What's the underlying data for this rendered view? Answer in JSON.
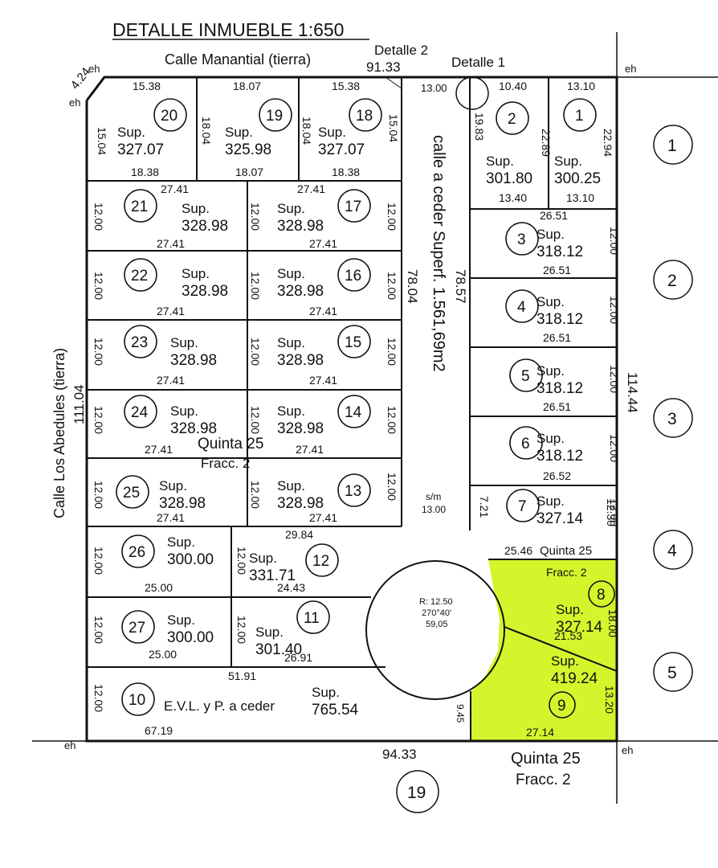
{
  "title": "DETALLE INMUEBLE 1:650",
  "streets": {
    "top": "Calle Manantial (tierra)",
    "left": "Calle Los Abedules (tierra)",
    "center": "calle a ceder Superf. 1.561,69m2"
  },
  "details": [
    "Detalle 2",
    "Detalle 1"
  ],
  "corner_labels": [
    "eh",
    "eh",
    "eh",
    "eh",
    "eh"
  ],
  "dimensions": {
    "top": "91.33",
    "bottom": "94.33",
    "left": "111.04",
    "right": "114.44",
    "corner": "4.24",
    "center_left": "78.04",
    "center_right": "78.57",
    "sm": "s/m",
    "sm_value": "13.00",
    "top_street_width": "13.00",
    "bottom_right": "9.45"
  },
  "circle": {
    "radius": "R: 12.50",
    "angle": "270°40'",
    "arc": "59,05"
  },
  "quinta_labels": {
    "center": [
      "Quinta 25",
      "Fracc. 2"
    ],
    "right": [
      "Quinta 25",
      "Fracc. 2"
    ],
    "bottom": [
      "Quinta 25",
      "Fracc. 2"
    ]
  },
  "sup_label": "Sup.",
  "lots": [
    {
      "id": "20",
      "area": "327.07"
    },
    {
      "id": "19",
      "area": "325.98"
    },
    {
      "id": "18",
      "area": "327.07"
    },
    {
      "id": "2",
      "area": "301.80"
    },
    {
      "id": "1",
      "area": "300.25"
    },
    {
      "id": "21",
      "area": "328.98"
    },
    {
      "id": "17",
      "area": "328.98"
    },
    {
      "id": "22",
      "area": "328.98"
    },
    {
      "id": "16",
      "area": "328.98"
    },
    {
      "id": "23",
      "area": "328.98"
    },
    {
      "id": "15",
      "area": "328.98"
    },
    {
      "id": "24",
      "area": "328.98"
    },
    {
      "id": "14",
      "area": "328.98"
    },
    {
      "id": "25",
      "area": "328.98"
    },
    {
      "id": "13",
      "area": "328.98"
    },
    {
      "id": "26",
      "area": "300.00"
    },
    {
      "id": "12",
      "area": "331.71"
    },
    {
      "id": "27",
      "area": "300.00"
    },
    {
      "id": "11",
      "area": "301.40"
    },
    {
      "id": "10",
      "area": "765.54",
      "label": "E.V.L. y P. a ceder"
    },
    {
      "id": "3",
      "area": "318.12"
    },
    {
      "id": "4",
      "area": "318.12"
    },
    {
      "id": "5",
      "area": "318.12"
    },
    {
      "id": "6",
      "area": "318.12"
    },
    {
      "id": "7",
      "area": "327.14"
    },
    {
      "id": "8",
      "area": "327.14"
    },
    {
      "id": "9",
      "area": "419.24"
    }
  ],
  "measures": [
    "15.38",
    "18.07",
    "15.38",
    "10.40",
    "13.10",
    "15.04",
    "18.04",
    "18.04",
    "15.04",
    "19.83",
    "22.89",
    "22.94",
    "18.38",
    "18.07",
    "18.38",
    "13.40",
    "13.10",
    "27.41",
    "27.41",
    "26.51",
    "12.00",
    "12.00",
    "12.00",
    "12.00",
    "27.41",
    "27.41",
    "26.51",
    "12.00",
    "12.00",
    "12.00",
    "12.00",
    "27.41",
    "27.41",
    "26.51",
    "12.00",
    "12.00",
    "12.00",
    "12.00",
    "27.41",
    "27.41",
    "26.51",
    "12.00",
    "12.00",
    "12.00",
    "12.00",
    "27.41",
    "27.41",
    "26.52",
    "12.00",
    "12.00",
    "12.00",
    "12.00",
    "27.41",
    "27.41",
    "7.21",
    "12.30",
    "12.00",
    "12.00",
    "29.84",
    "25.46",
    "25.00",
    "24.43",
    "21.53",
    "18.00",
    "12.00",
    "12.00",
    "25.00",
    "26.91",
    "51.91",
    "12.00",
    "13.20",
    "67.19",
    "27.14"
  ],
  "blocks": [
    "1",
    "2",
    "3",
    "4",
    "5",
    "19"
  ],
  "colors": {
    "highlight": "#d4f52b",
    "line": "#111111"
  }
}
